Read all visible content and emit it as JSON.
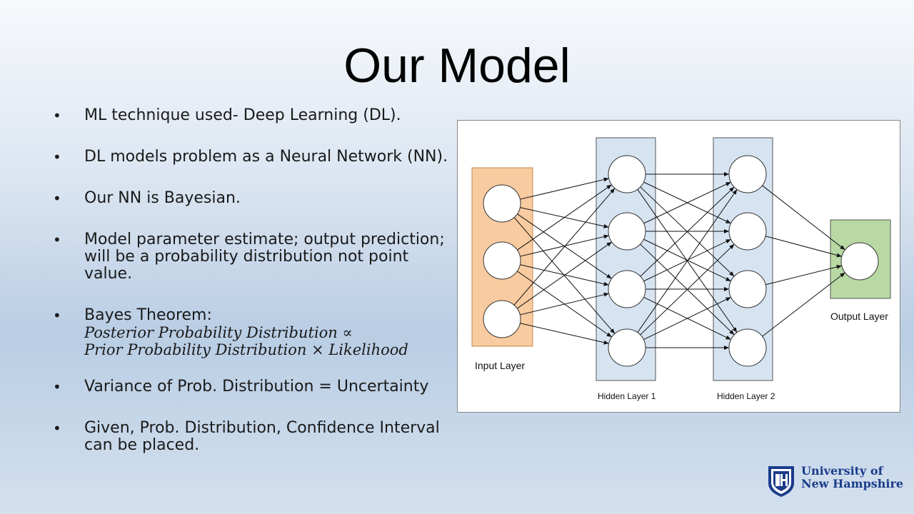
{
  "title": "Our Model",
  "bullets": [
    {
      "lines": [
        "ML technique used- Deep Learning (DL)."
      ]
    },
    {
      "lines": [
        "DL models problem as a Neural Network (NN)."
      ]
    },
    {
      "lines": [
        "Our NN is Bayesian."
      ]
    },
    {
      "lines": [
        "Model parameter estimate; output prediction;",
        "will be a probability distribution not point",
        "value."
      ]
    },
    {
      "lines": [
        "Bayes Theorem:"
      ],
      "math": [
        "Posterior Probability Distribution ∝",
        "Prior Probability Distribution × Likelihood"
      ]
    },
    {
      "lines": [
        "Variance of Prob. Distribution = Uncertainty"
      ]
    },
    {
      "lines": [
        "Given, Prob. Distribution, Confidence Interval",
        "can be placed."
      ]
    }
  ],
  "diagram": {
    "input_label": "Input Layer",
    "hidden1_label": "Hidden Layer 1",
    "hidden2_label": "Hidden Layer 2",
    "output_label": "Output Layer",
    "colors": {
      "input_fill": "#f8cba0",
      "input_stroke": "#c8874c",
      "hidden_fill": "#d6e4f2",
      "hidden_stroke": "#555555",
      "output_fill": "#b8d9a4",
      "output_stroke": "#555555"
    }
  },
  "logo": {
    "line1": "University of",
    "line2": "New Hampshire",
    "brand_color": "#1b3c8a"
  }
}
